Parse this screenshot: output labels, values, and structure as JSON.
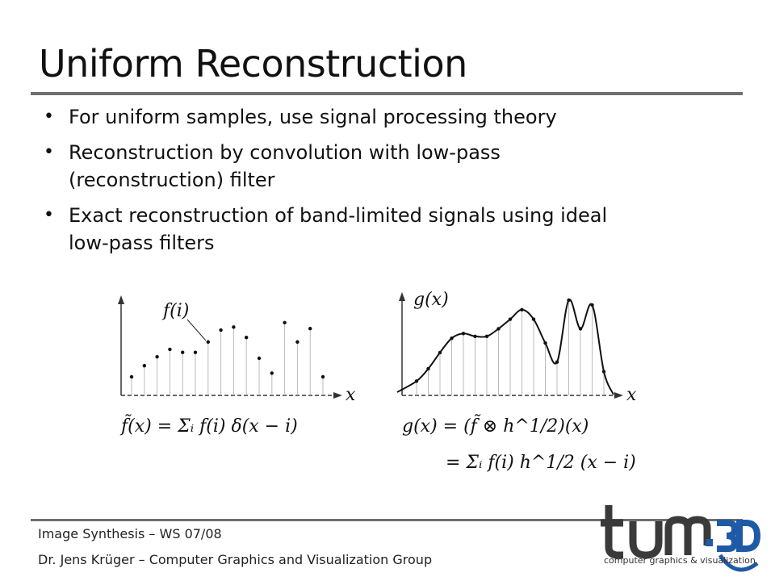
{
  "slide": {
    "title": "Uniform Reconstruction",
    "bullets": [
      "For uniform samples, use signal processing theory",
      "Reconstruction by convolution with low-pass (reconstruction) filter",
      "Exact reconstruction of band-limited signals using ideal low-pass filters"
    ]
  },
  "figure": {
    "left_label": "f(i)",
    "left_axis_x": "x",
    "left_formula": "f̃(x) = Σᵢ f(i) δ(x − i)",
    "right_label": "g(x)",
    "right_axis_x": "x",
    "right_formula_line1": "g(x) = (f̃ ⊗ h^1/2)(x)",
    "right_formula_line2": "= Σᵢ f(i) h^1/2 (x − i)",
    "left_samples": [
      0.25,
      0.4,
      0.52,
      0.62,
      0.58,
      0.58,
      0.72,
      0.88,
      0.92,
      0.78,
      0.5,
      0.3,
      0.98,
      0.72,
      0.9,
      0.25
    ],
    "right_samples": [
      0.15,
      0.28,
      0.45,
      0.6,
      0.65,
      0.62,
      0.62,
      0.7,
      0.8,
      0.9,
      0.8,
      0.55,
      0.35,
      1.0,
      0.7,
      0.95,
      0.25
    ]
  },
  "footer": {
    "line1": "Image Synthesis – WS 07/08",
    "line2": "Dr. Jens Krüger – Computer Graphics and Visualization Group"
  },
  "logo": {
    "mark": "tum",
    "mark_accent": ".3D",
    "tagline": "computer graphics & visualization",
    "color_dark": "#3a3a3a",
    "color_blue": "#1f5aa6"
  }
}
